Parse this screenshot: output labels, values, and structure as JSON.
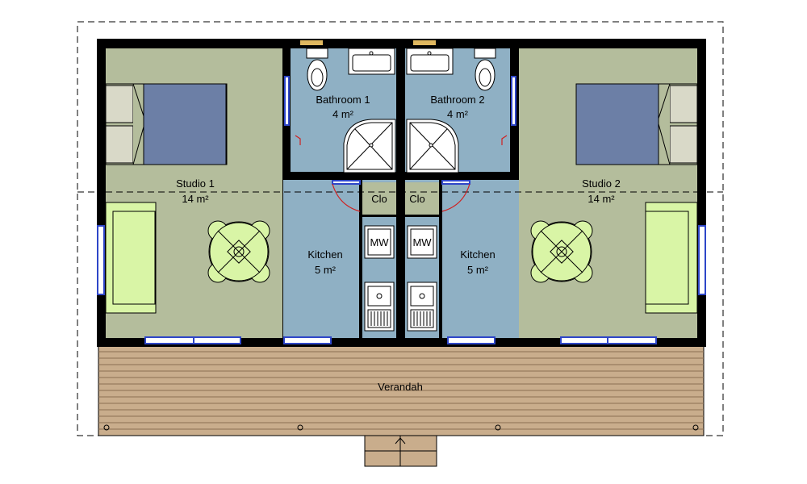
{
  "rooms": {
    "studio1": {
      "name": "Studio 1",
      "area": "14 m²"
    },
    "studio2": {
      "name": "Studio 2",
      "area": "14 m²"
    },
    "bathroom1": {
      "name": "Bathroom 1",
      "area": "4 m²"
    },
    "bathroom2": {
      "name": "Bathroom 2",
      "area": "4 m²"
    },
    "kitchen1": {
      "name": "Kitchen",
      "area": "5 m²"
    },
    "kitchen2": {
      "name": "Kitchen",
      "area": "5 m²"
    },
    "closet1": {
      "name": "Clo"
    },
    "closet2": {
      "name": "Clo"
    },
    "veranda": {
      "name": "Verandah"
    }
  },
  "appliances": {
    "microwave1": "MW",
    "microwave2": "MW"
  },
  "colors": {
    "studio_floor": "#b4bd9c",
    "wet_floor": "#8fb0c4",
    "deck": "#c9ad8c",
    "deck_line": "#8a6e52",
    "bed_cover": "#6c7fa6",
    "pillow": "#d9d9c8",
    "furniture": "#d9f5a6",
    "wall": "#000000",
    "window": "#2e46c8",
    "door_swing": "#d02020"
  }
}
